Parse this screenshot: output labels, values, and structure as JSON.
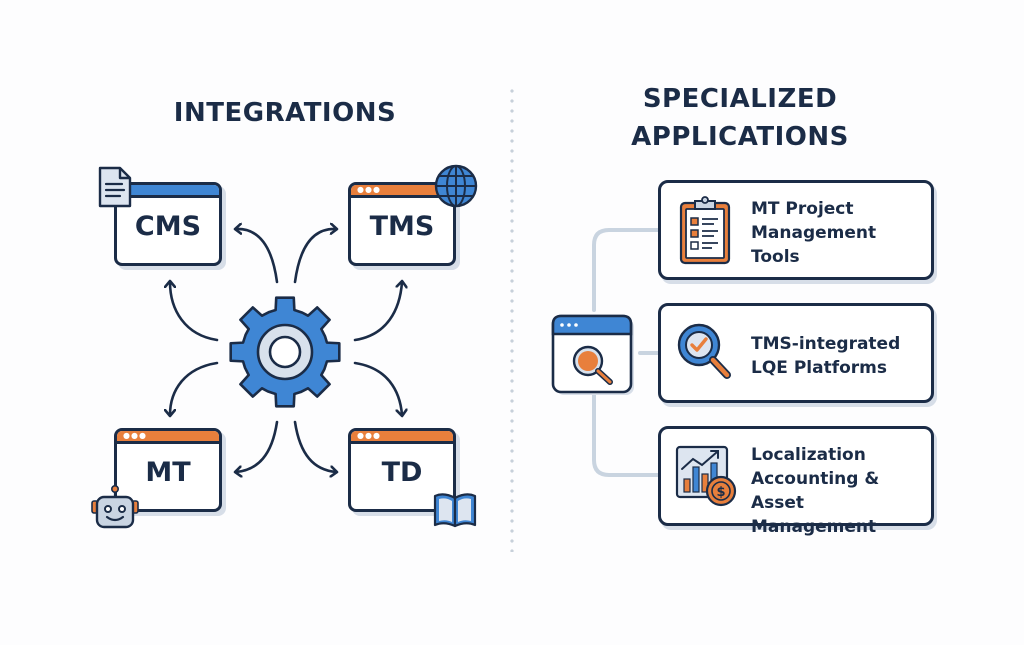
{
  "integrations": {
    "heading": "INTEGRATIONS",
    "hub_icon": "gear-icon",
    "systems": [
      {
        "label": "CMS",
        "icon": "document-icon",
        "bar_color": "#3f86d4"
      },
      {
        "label": "TMS",
        "icon": "globe-icon",
        "bar_color": "#e87f3c"
      },
      {
        "label": "MT",
        "icon": "robot-icon",
        "bar_color": "#e87f3c"
      },
      {
        "label": "TD",
        "icon": "book-icon",
        "bar_color": "#e87f3c"
      }
    ]
  },
  "specialized": {
    "heading_line1": "SPECIALIZED",
    "heading_line2": "APPLICATIONS",
    "hub_icon": "search-window-icon",
    "apps": [
      {
        "lines": [
          "MT Project",
          "Management",
          "Tools"
        ],
        "icon": "clipboard-checklist-icon"
      },
      {
        "lines": [
          "TMS-integrated",
          "LQE Platforms"
        ],
        "icon": "magnifier-check-icon"
      },
      {
        "lines": [
          "Localization",
          "Accounting &",
          "Asset Management"
        ],
        "icon": "chart-dollar-icon"
      }
    ]
  },
  "colors": {
    "navy": "#1b2c47",
    "blue": "#3f86d4",
    "orange": "#e87f3c",
    "light_gray": "#d7dee8",
    "connector": "#c9d4e0"
  }
}
